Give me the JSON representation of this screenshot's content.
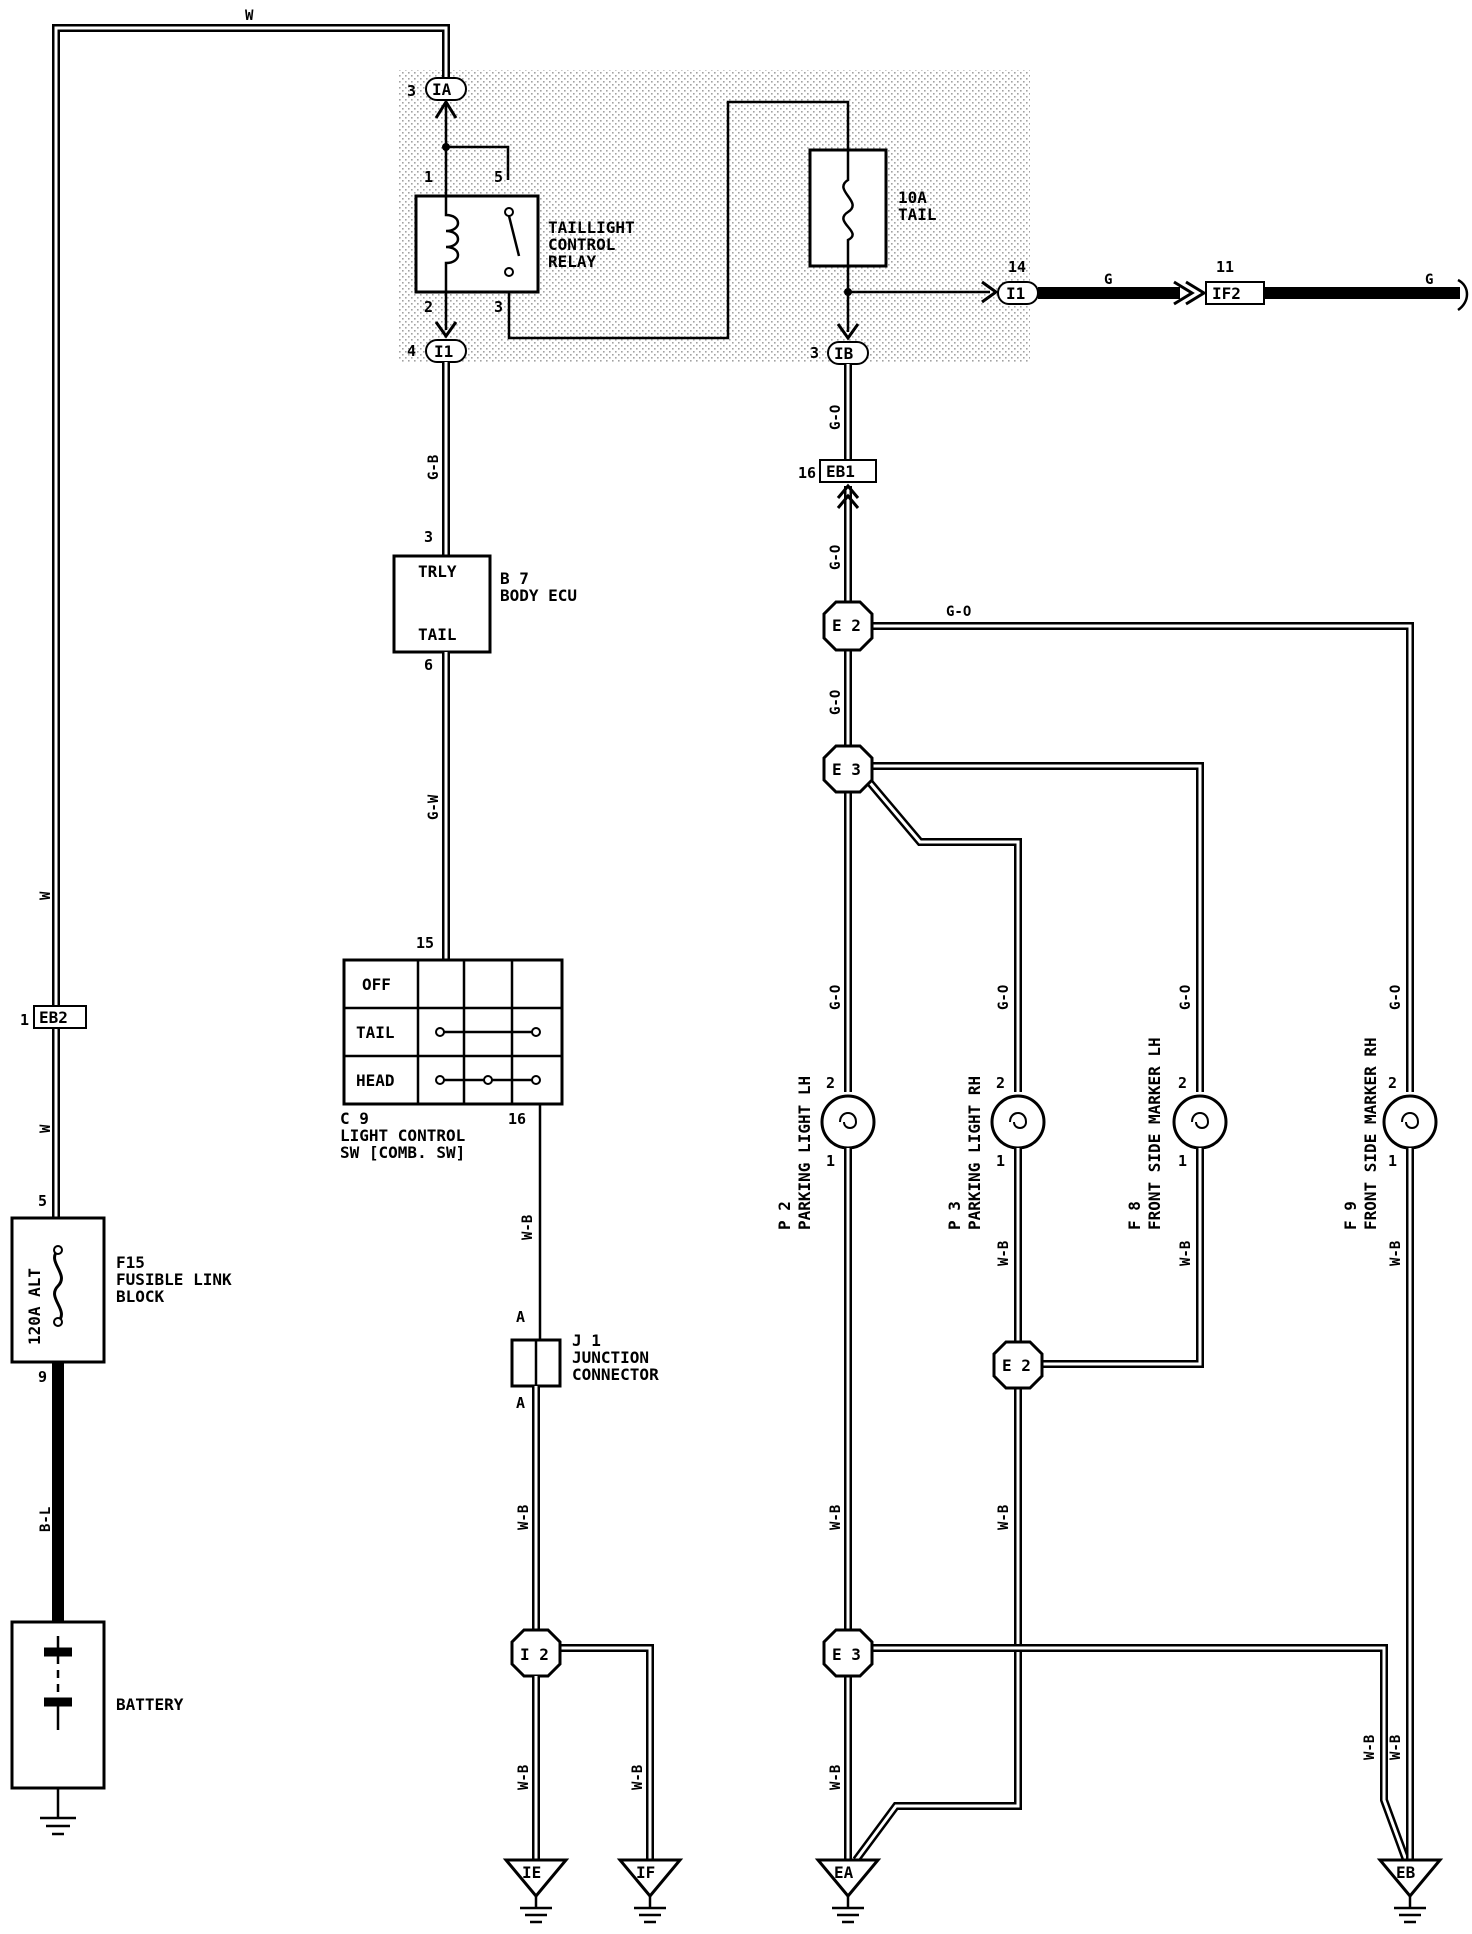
{
  "wire_colors": {
    "w": "W",
    "g": "G",
    "gb": "G-B",
    "go": "G-O",
    "gw": "G-W",
    "wb": "W-B",
    "bl": "B-L"
  },
  "pins": {
    "p3": "3",
    "p1": "1",
    "p5": "5",
    "p2": "2",
    "p4": "4",
    "p14": "14",
    "p11": "11",
    "p16": "16",
    "p6": "6",
    "p15": "15",
    "p9": "9",
    "pA": "A"
  },
  "connectors": {
    "ia": "IA",
    "i1": "I1",
    "ib": "IB",
    "if2": "IF2",
    "eb1": "EB1",
    "eb2": "EB2",
    "e2": "E 2",
    "e3": "E 3",
    "i2": "I 2",
    "ie": "IE",
    "if": "IF",
    "ea": "EA",
    "eb": "EB"
  },
  "relay": {
    "line1": "TAILLIGHT",
    "line2": "CONTROL",
    "line3": "RELAY"
  },
  "fuse": {
    "rating": "10A",
    "name": "TAIL"
  },
  "body_ecu": {
    "code": "B 7",
    "name": "BODY ECU",
    "terminal_top": "TRLY",
    "terminal_bottom": "TAIL"
  },
  "light_switch": {
    "code": "C 9",
    "name_line1": "LIGHT CONTROL",
    "name_line2": "SW [COMB. SW]",
    "positions": [
      "OFF",
      "TAIL",
      "HEAD"
    ]
  },
  "fusible_link": {
    "rating": "120A ALT",
    "code": "F15",
    "name_line1": "FUSIBLE LINK",
    "name_line2": "BLOCK"
  },
  "battery": {
    "label": "BATTERY"
  },
  "junction": {
    "code": "J 1",
    "name_line1": "JUNCTION",
    "name_line2": "CONNECTOR"
  },
  "lamps": [
    {
      "code": "P 2",
      "name": "PARKING LIGHT LH"
    },
    {
      "code": "P 3",
      "name": "PARKING LIGHT RH"
    },
    {
      "code": "F 8",
      "name": "FRONT SIDE MARKER LH"
    },
    {
      "code": "F 9",
      "name": "FRONT SIDE MARKER RH"
    }
  ]
}
